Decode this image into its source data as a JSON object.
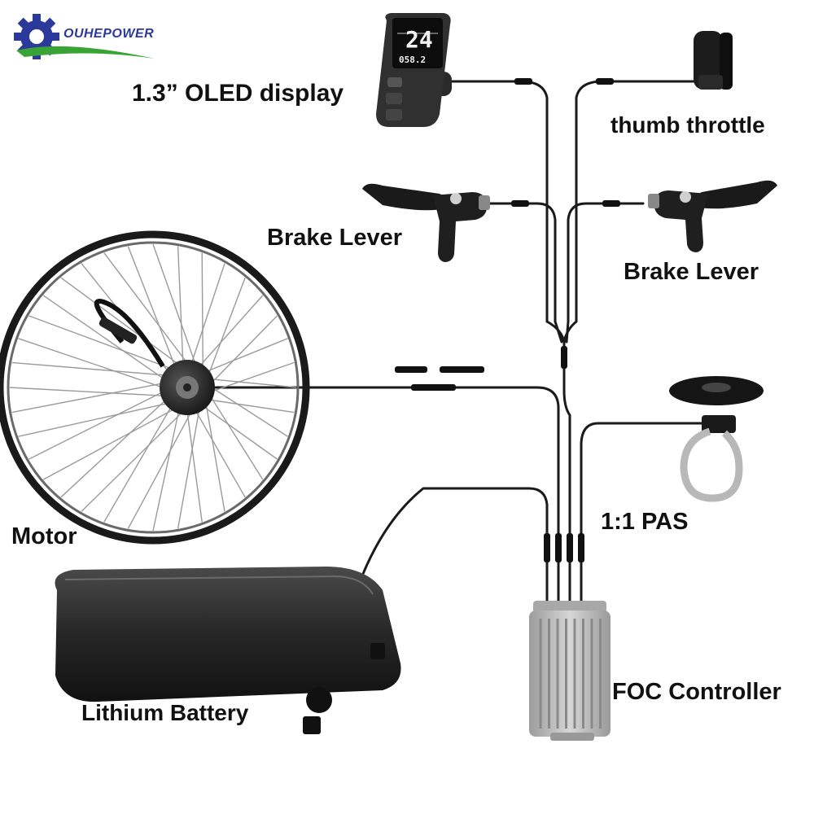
{
  "brand": {
    "name": "OUHEPOWER",
    "gear_color": "#2b3a9a",
    "swoosh_color": "#3aa335"
  },
  "labels": {
    "display": "1.3” OLED display",
    "throttle": "thumb throttle",
    "brake_left": "Brake Lever",
    "brake_right": "Brake Lever",
    "motor": "Motor",
    "pas": "1:1 PAS",
    "battery": "Lithium Battery",
    "controller": "FOC Controller"
  },
  "display_screen": {
    "speed": "24",
    "odo": "058.2"
  },
  "colors": {
    "wire": "#1a1a1a",
    "controller": "#b9b9b9",
    "battery": "#262626"
  }
}
